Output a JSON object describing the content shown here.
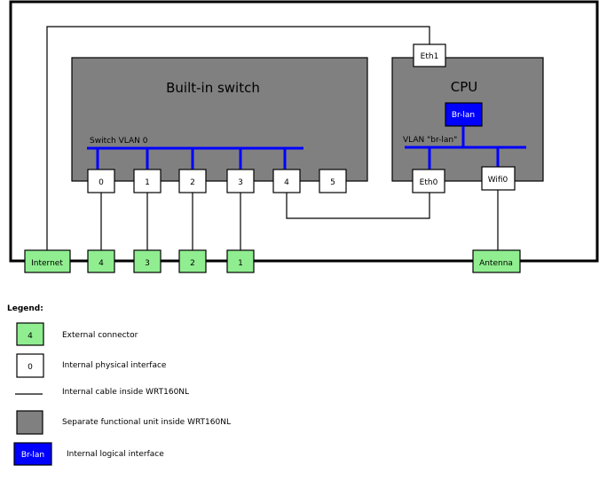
{
  "switch": {
    "title": "Built-in switch",
    "vlan_label": "Switch VLAN 0",
    "ports": [
      "0",
      "1",
      "2",
      "3",
      "4",
      "5"
    ]
  },
  "cpu": {
    "title": "CPU",
    "vlan_label": "VLAN \"br-lan\"",
    "br_lan": "Br-lan",
    "eth0": "Eth0",
    "eth1": "Eth1",
    "wifi0": "Wifi0"
  },
  "external": {
    "internet": "Internet",
    "lan_ports": [
      "4",
      "3",
      "2",
      "1"
    ],
    "antenna": "Antenna"
  },
  "legend": {
    "title": "Legend:",
    "items": [
      {
        "symbol": "4",
        "label": "External connector"
      },
      {
        "symbol": "0",
        "label": "Internal physical interface"
      },
      {
        "symbol": "",
        "label": "Internal cable inside WRT160NL"
      },
      {
        "symbol": "",
        "label": "Separate functional unit inside WRT160NL"
      },
      {
        "symbol": "Br-lan",
        "label": "Internal logical interface"
      }
    ]
  },
  "colors": {
    "unit_fill": "#808080",
    "external_fill": "#90ee90",
    "logical_fill": "#0000ff",
    "vlan_line": "#0000ff",
    "cable": "#000000"
  }
}
